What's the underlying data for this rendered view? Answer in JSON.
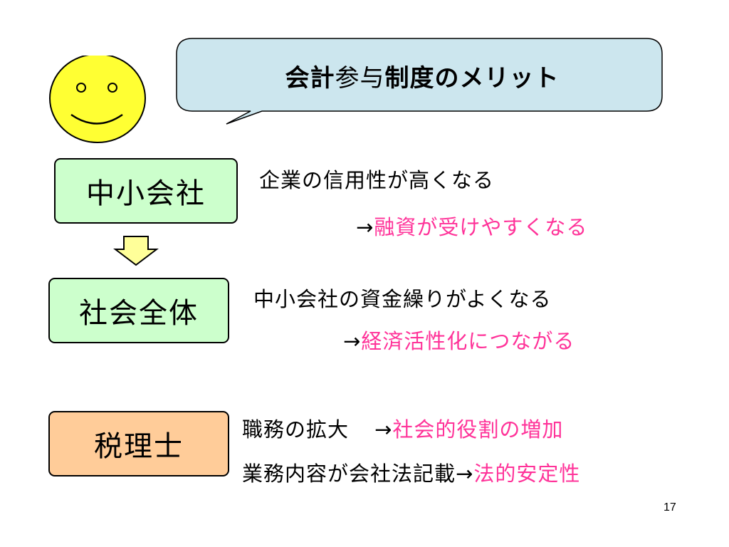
{
  "slide": {
    "title_part1": "会計",
    "title_part2": "参与",
    "title_part3": "制度のメリット",
    "page_number": "17"
  },
  "icons": {
    "smiley": "smiley-face-icon",
    "down_arrow": "down-arrow-icon",
    "speech_bubble": "speech-bubble-shape"
  },
  "colors": {
    "green_box": "#ccffcc",
    "orange_box": "#ffcc99",
    "bubble_fill": "#cce6ee",
    "smiley_fill": "#ffff33",
    "arrow_fill": "#ffff99",
    "highlight_pink": "#ff3399"
  },
  "boxes": [
    {
      "label": "中小会社"
    },
    {
      "label": "社会全体"
    },
    {
      "label": "税理士"
    }
  ],
  "points": {
    "chusho_line1": "企業の信用性が高くなる",
    "chusho_arrow": "→",
    "chusho_result": "融資が受けやすくなる",
    "shakai_line1": "中小会社の資金繰りがよくなる",
    "shakai_arrow": "→",
    "shakai_result": "経済活性化につながる",
    "zei_line1_prefix": "職務の拡大",
    "zei_line1_arrow": "→",
    "zei_line1_result": "社会的役割の増加",
    "zei_line2_prefix": "業務内容が会社法記載",
    "zei_line2_arrow": "→",
    "zei_line2_result": "法的安定性"
  }
}
